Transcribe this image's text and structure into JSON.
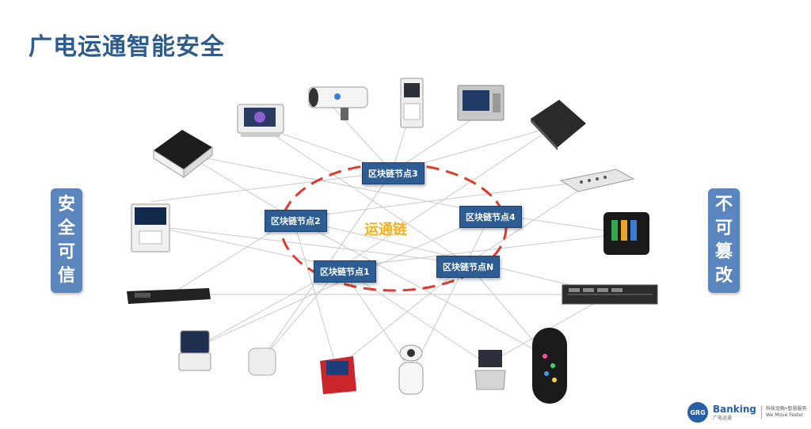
{
  "title": "广电运通智能安全",
  "left_tag": "安\n全\n可\n信",
  "right_tag": "不\n可\n篡\n改",
  "center_label": "运通链",
  "nodes": {
    "n1": "区块链节点1",
    "n2": "区块链节点2",
    "n3": "区块链节点3",
    "n4": "区块链节点4",
    "nN": "区块链节点N"
  },
  "logo": {
    "mark": "GRG",
    "name": "Banking",
    "sub": "广电运通",
    "slogan_1": "科技金融•智慧服务",
    "slogan_2": "We Move Faster"
  },
  "colors": {
    "title": "#2f5c8f",
    "tag_bg": "#5b86bd",
    "node_bg": "#2d5d93",
    "ring": "#e03a2f",
    "center_label": "#f3b21b"
  }
}
